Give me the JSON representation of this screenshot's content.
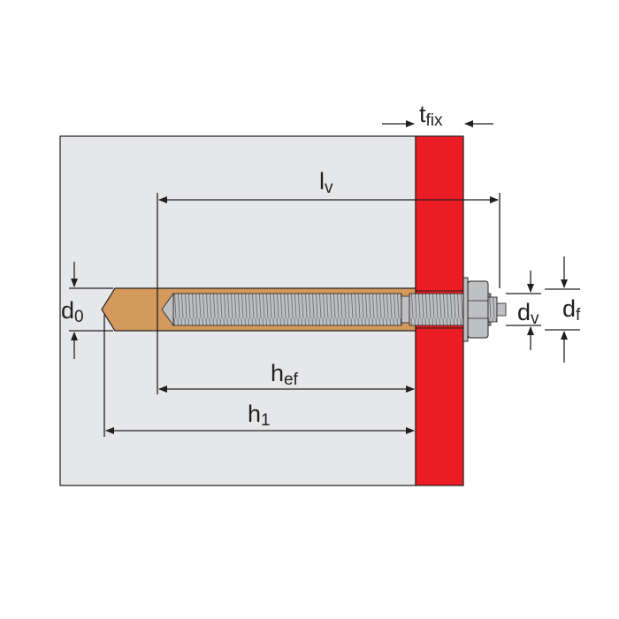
{
  "colors": {
    "concrete": "#e6e7e9",
    "fixture": "#ec1c24",
    "mortar": "#d49a5c",
    "steel": "#bfc0c2",
    "line": "#231f20"
  },
  "labels": {
    "t_fix": {
      "base": "t",
      "sub": "fix"
    },
    "l_v": {
      "base": "l",
      "sub": "v"
    },
    "d_0": {
      "base": "d",
      "sub": "0"
    },
    "d_v": {
      "base": "d",
      "sub": "v"
    },
    "d_f": {
      "base": "d",
      "sub": "f"
    },
    "h_ef": {
      "base": "h",
      "sub": "ef"
    },
    "h_1": {
      "base": "h",
      "sub": "1"
    }
  }
}
